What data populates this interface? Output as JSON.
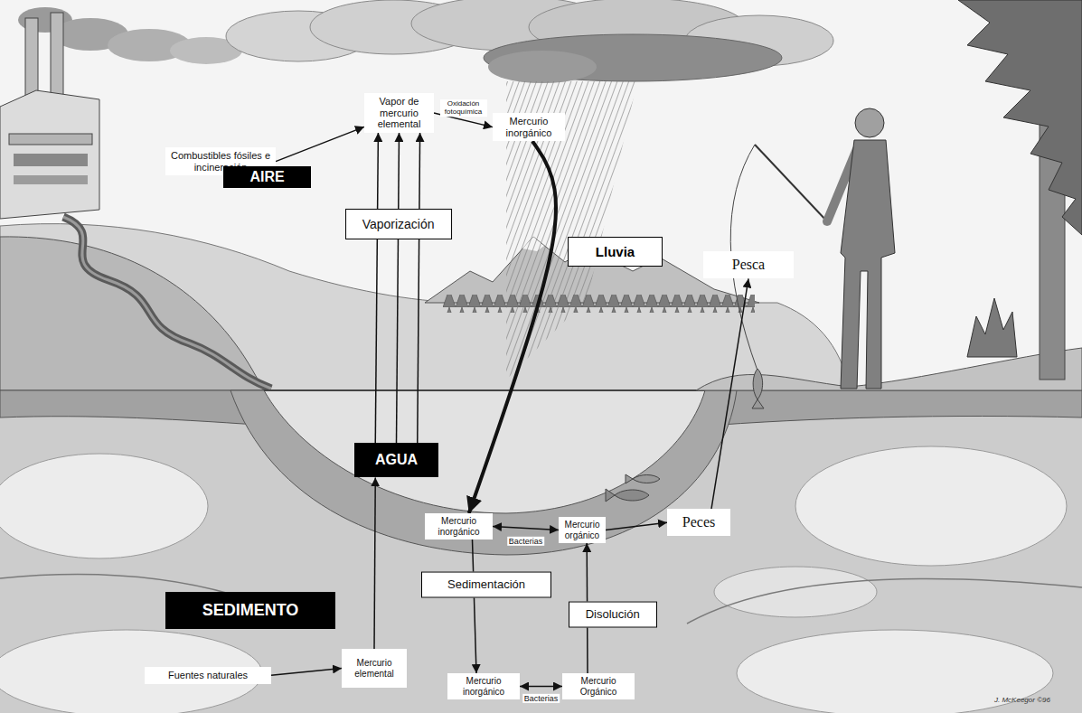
{
  "diagram": {
    "nodes": [
      {
        "text": [
          "Combustibles fósiles e incineración"
        ]
      },
      {
        "text": [
          "Vapor de mercurio elemental"
        ]
      },
      {
        "text": [
          "Mercurio inorgánico"
        ]
      },
      {
        "text": [
          "AIRE"
        ]
      },
      {
        "text": [
          "Lluvia"
        ]
      },
      {
        "text": [
          "Pesca"
        ]
      },
      {
        "text": [
          "AGUA"
        ]
      },
      {
        "text": [
          "Peces"
        ]
      },
      {
        "text": [
          "Mercurio inorgánico"
        ]
      },
      {
        "text": [
          "Mercurio orgánico"
        ]
      },
      {
        "text": [
          "SEDIMENTO"
        ]
      },
      {
        "text": [
          "Fuentes naturales"
        ]
      },
      {
        "text": [
          "Mercurio elemental"
        ]
      },
      {
        "text": [
          "Mercurio inorgánico"
        ]
      },
      {
        "text": [
          "Mercurio Orgánico"
        ]
      }
    ],
    "edges": [
      {
        "from": 0,
        "to": 1,
        "arrow": "to"
      },
      {
        "from": 1,
        "to": 2,
        "label": "Oxidación fotoquímica",
        "arrow": "to"
      },
      {
        "from": 2,
        "to": 8,
        "arrow": "to"
      },
      {
        "from": 6,
        "to": 1,
        "arrow": "to"
      },
      {
        "from": 6,
        "to": 1,
        "label": "Vaporización",
        "arrow": "to"
      },
      {
        "from": 6,
        "to": 1,
        "arrow": "to"
      },
      {
        "from": 11,
        "to": 12,
        "arrow": "to"
      },
      {
        "from": 12,
        "to": 6,
        "arrow": "to"
      },
      {
        "from": 8,
        "to": 9,
        "label": "Bacterias",
        "arrow": "both"
      },
      {
        "from": 8,
        "to": 13,
        "label": "Sedimentación",
        "arrow": "to"
      },
      {
        "from": 14,
        "to": 9,
        "label": "Disolución",
        "arrow": "to"
      },
      {
        "from": 13,
        "to": 14,
        "label": "Bacterias",
        "arrow": "both"
      },
      {
        "from": 9,
        "to": 7,
        "arrow": "to"
      },
      {
        "from": 7,
        "to": 5,
        "arrow": "to"
      }
    ],
    "labels": [
      "J. McKeegor ©96"
    ]
  }
}
